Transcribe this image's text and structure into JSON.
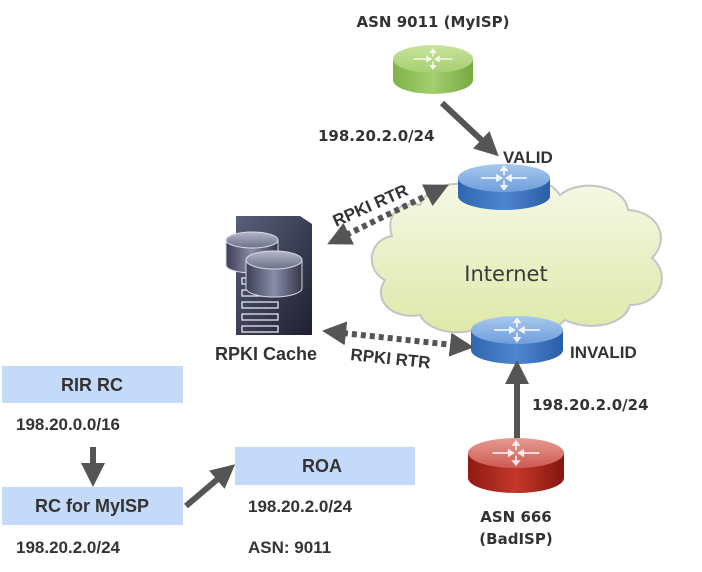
{
  "diagram": {
    "title": "RPKI origin validation",
    "routers": {
      "myisp": {
        "label": "ASN 9011 (MyISP)",
        "color": "#8cc152"
      },
      "valid": {
        "label": "VALID",
        "color": "#3f78c0"
      },
      "invalid": {
        "label": "INVALID",
        "color": "#3f78c0"
      },
      "badisp": {
        "label_line1": "ASN 666",
        "label_line2": "(BadISP)",
        "color": "#b52a20"
      }
    },
    "cloud": {
      "label": "Internet",
      "color": "#eef3cf"
    },
    "cache": {
      "label": "RPKI Cache"
    },
    "links": {
      "rtr_top": "RPKI RTR",
      "rtr_bottom": "RPKI RTR",
      "announce_myisp": "198.20.2.0/24",
      "announce_badisp": "198.20.2.0/24"
    },
    "pki": {
      "rir_rc": {
        "title": "RIR RC",
        "prefix": "198.20.0.0/16"
      },
      "rc_myisp": {
        "title": "RC for MyISP",
        "prefix": "198.20.2.0/24"
      },
      "roa": {
        "title": "ROA",
        "prefix": "198.20.2.0/24",
        "asn": "ASN: 9011"
      },
      "box_color": "#c5d9f8"
    }
  }
}
